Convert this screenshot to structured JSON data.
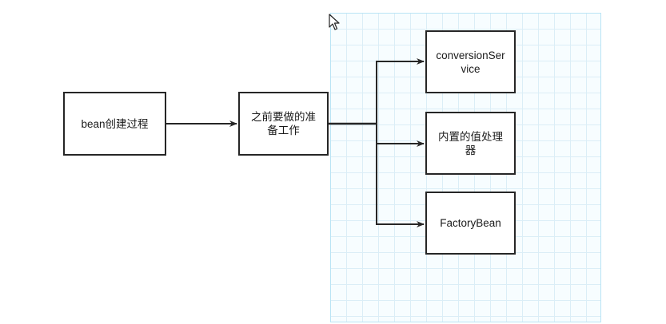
{
  "diagram": {
    "nodes": {
      "bean_process": "bean创建过程",
      "prep_work": "之前要做的准备工作",
      "conversion_service": "conversionService",
      "value_processor": "内置的值处理器",
      "factory_bean": "FactoryBean"
    },
    "colors": {
      "node_border": "#262626",
      "edge": "#262626",
      "grid_line": "#dbeef7",
      "grid_border": "#b9e4f5"
    },
    "icons": {
      "pointer": "mouse-pointer-icon"
    }
  }
}
